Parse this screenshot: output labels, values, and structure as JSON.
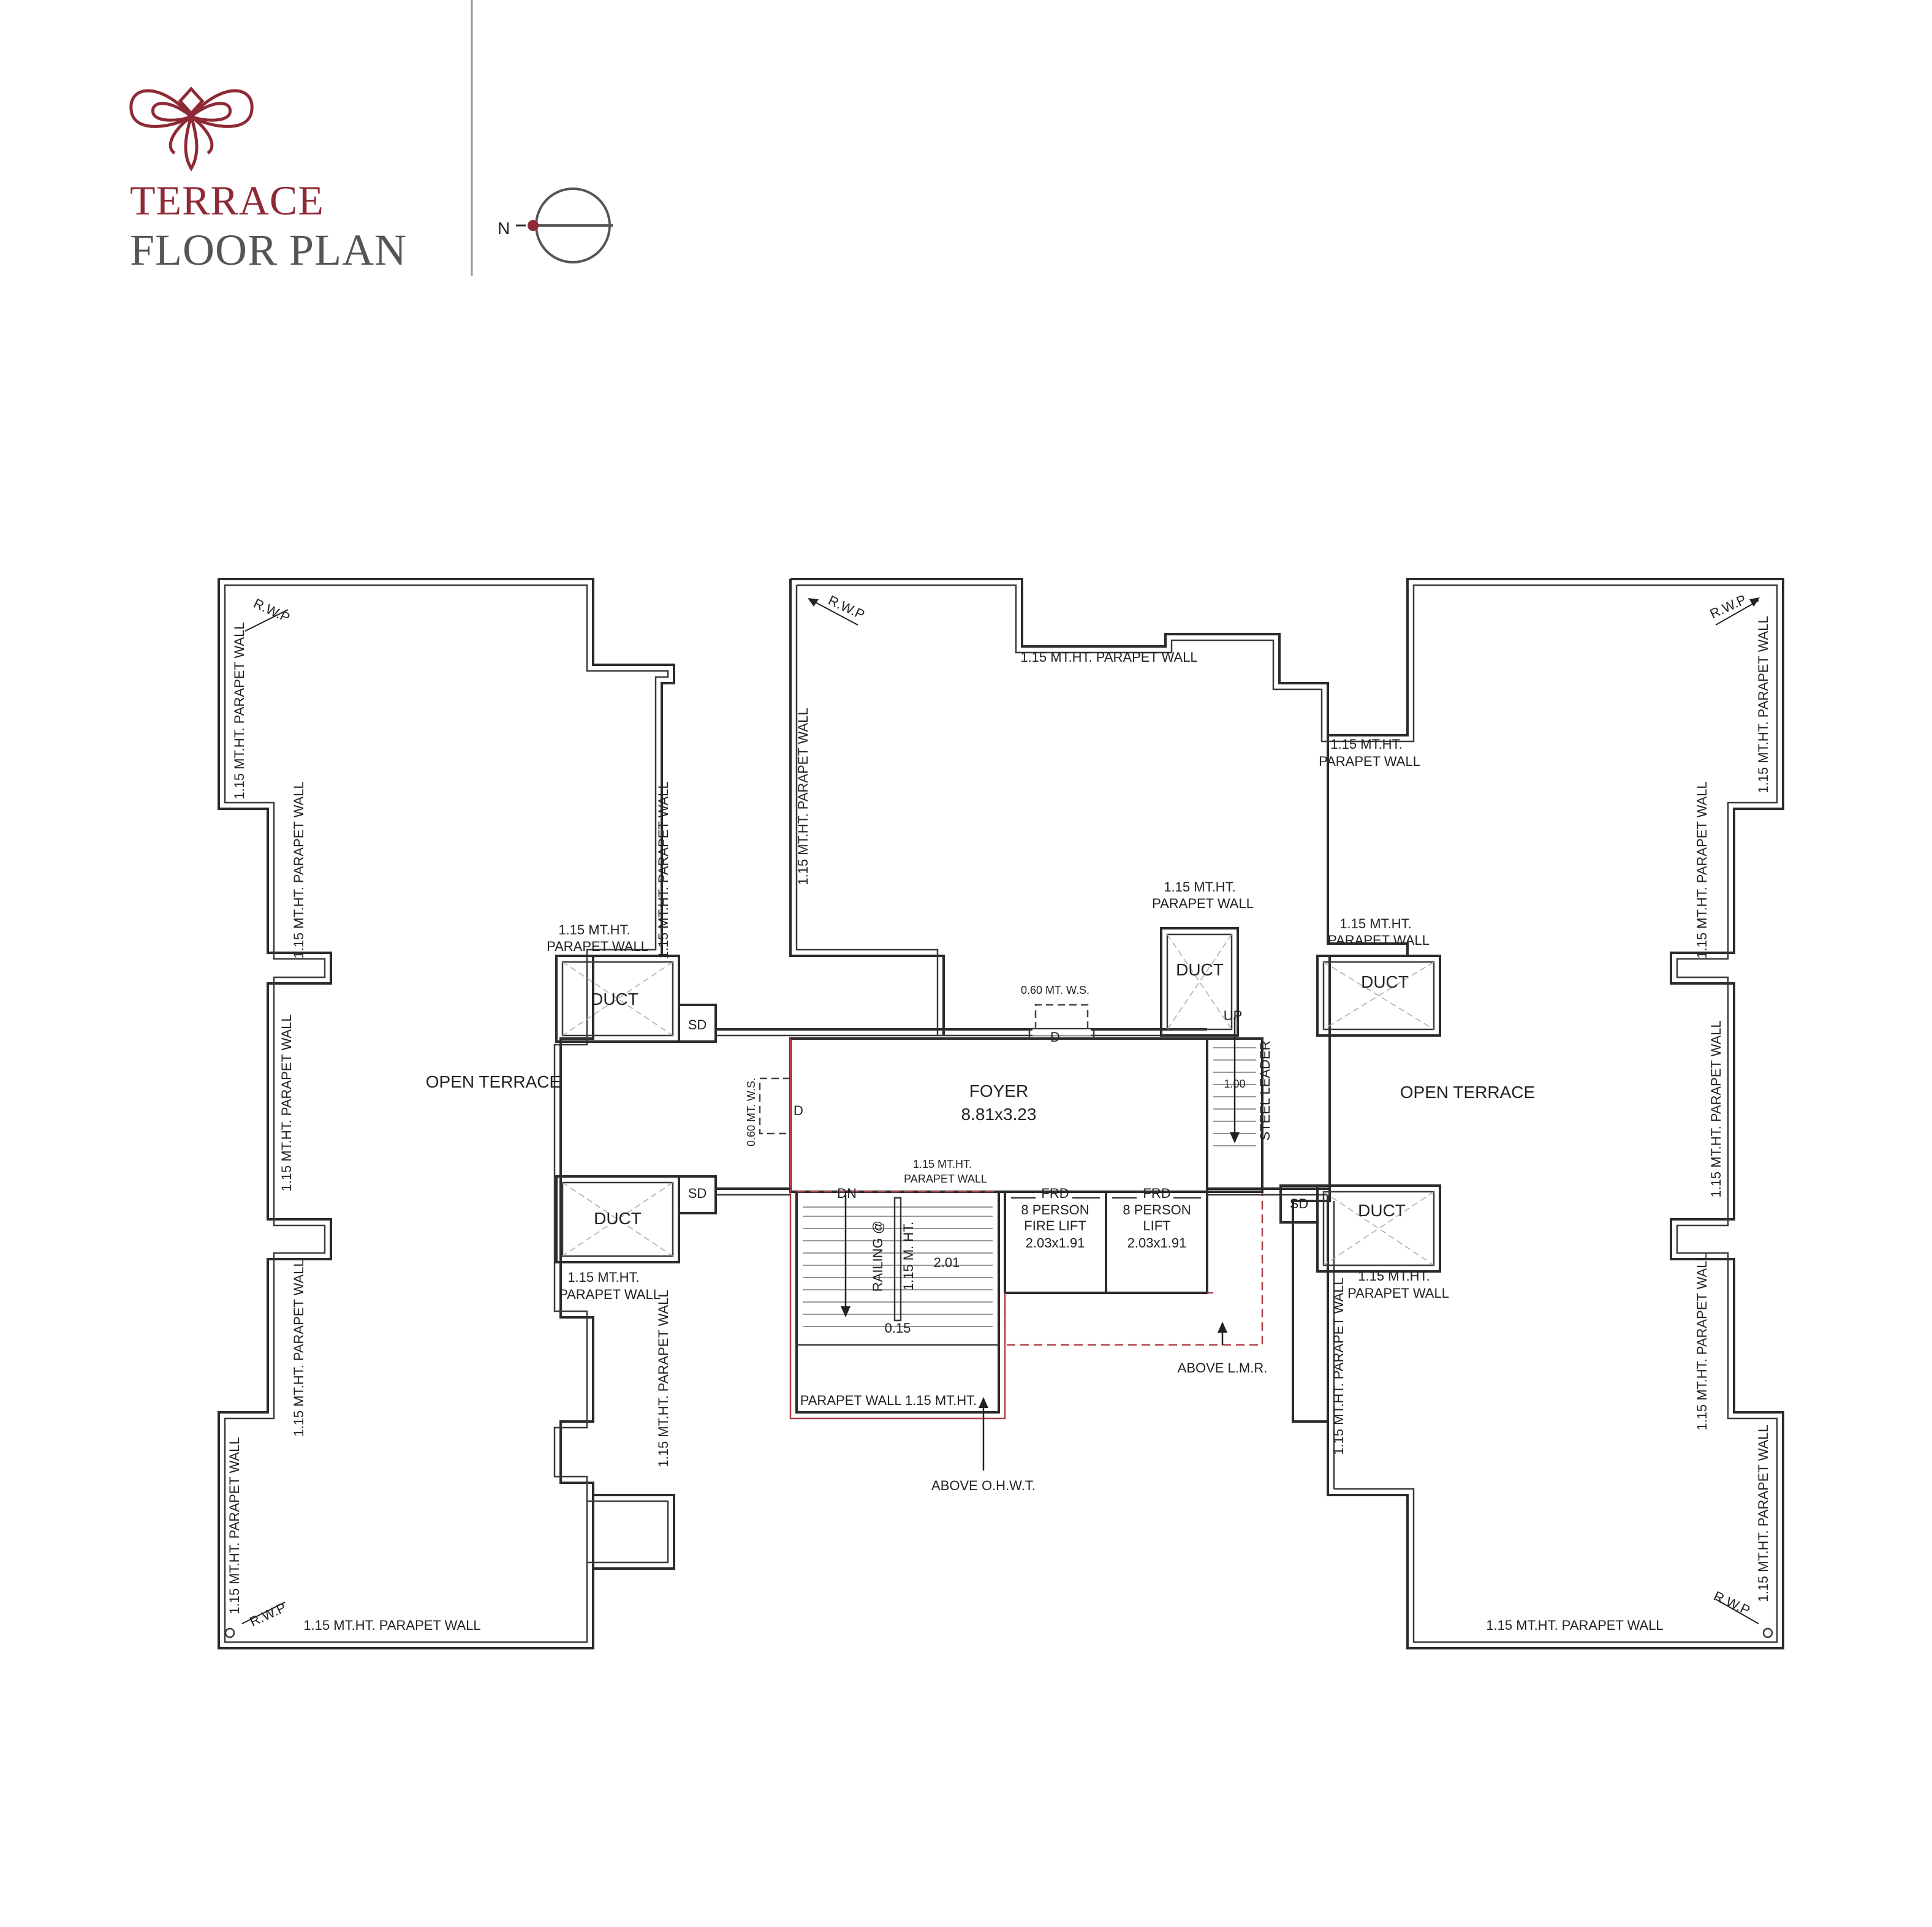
{
  "header": {
    "title_line1": "TERRACE",
    "title_line2": "FLOOR PLAN",
    "north_label": "N",
    "colors": {
      "accent": "#8e2a35",
      "text": "#555555",
      "wall": "#2b2b2b"
    }
  },
  "plan": {
    "parapet_wall": "1.15 MT.HT. PARAPET WALL",
    "parapet_wall_line1": "1.15 MT.HT.",
    "parapet_wall_line2": "PARAPET WALL",
    "rwp": "R.W.P",
    "duct": "DUCT",
    "sd": "SD",
    "open_terrace": "OPEN TERRACE",
    "foyer_name": "FOYER",
    "foyer_size": "8.81x3.23",
    "ws": "0.60 MT. W.S.",
    "door": "D",
    "up": "UP",
    "dn": "DN",
    "steel_leader": "STEEL LEADER",
    "leader_width": "1.00",
    "railing": "RAILING @",
    "railing_ht": "1.15 M. HT.",
    "stair_width": "2.01",
    "railing_thk": "0.15",
    "small_parapet_line1": "1.15 MT.HT.",
    "small_parapet_line2": "PARAPET WALL",
    "fire_lift": [
      "FRD",
      "8 PERSON",
      "FIRE LIFT",
      "2.03x1.91"
    ],
    "lift": [
      "FRD",
      "8 PERSON",
      "LIFT",
      "2.03x1.91"
    ],
    "above_lmr": "ABOVE L.M.R.",
    "parapet_wall_ohwt": "PARAPET WALL 1.15 MT.HT.",
    "above_ohwt": "ABOVE O.H.W.T."
  }
}
